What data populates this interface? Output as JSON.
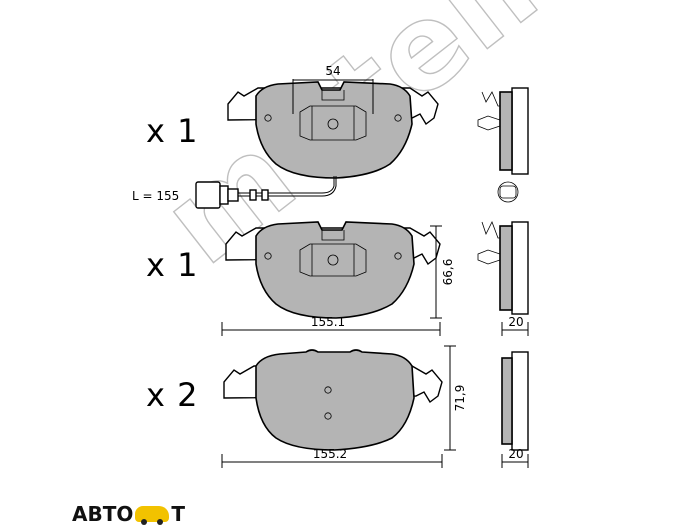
{
  "watermark": {
    "text": "metelli"
  },
  "quantities": [
    "x 1",
    "x 1",
    "x 2"
  ],
  "sensor": {
    "label": "L = 155"
  },
  "dimensions": {
    "width_top": "54",
    "height_mid": "66,6",
    "length_mid": "155.1",
    "thickness_mid": "20",
    "height_bottom": "71,9",
    "length_bottom": "155.2",
    "thickness_bottom": "20"
  },
  "footer_logo": {
    "text_left": "АВТО",
    "text_right": "Т"
  },
  "colors": {
    "pad_fill": "#b4b4b4",
    "outline": "#000000",
    "watermark": "#8c8c8c"
  }
}
